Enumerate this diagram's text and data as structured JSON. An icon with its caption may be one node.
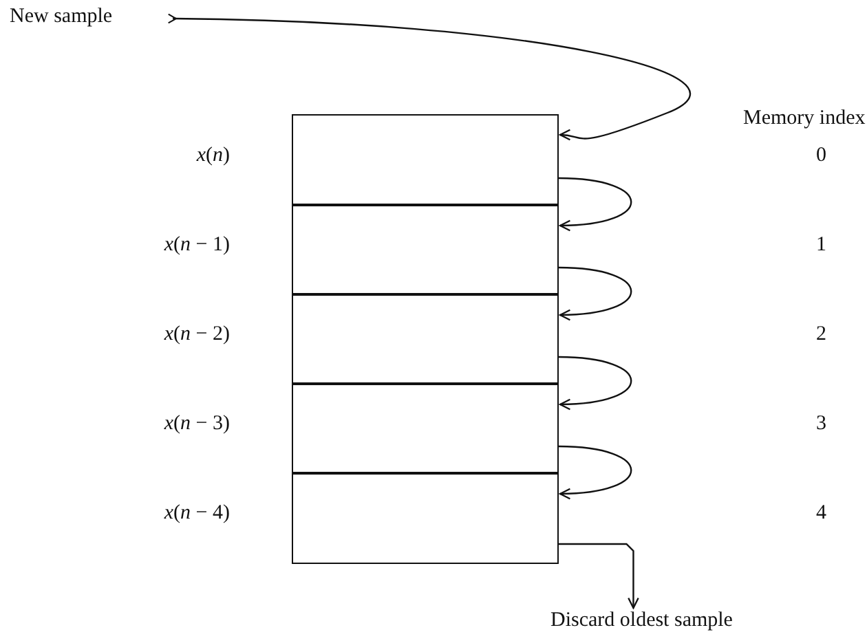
{
  "diagram": {
    "nodes": [
      {
        "text": [
          "New sample"
        ]
      },
      {
        "text": [],
        "shape": "box",
        "beside": [
          "*x*(*n*)"
        ]
      },
      {
        "text": [],
        "shape": "box",
        "beside": [
          "*x*(*n* − 1)"
        ]
      },
      {
        "text": [],
        "shape": "box",
        "beside": [
          "*x*(*n* − 2)"
        ]
      },
      {
        "text": [],
        "shape": "box",
        "beside": [
          "*x*(*n* − 3)"
        ]
      },
      {
        "text": [],
        "shape": "box",
        "beside": [
          "*x*(*n* − 4)"
        ]
      },
      {
        "text": [
          "Discard oldest sample"
        ]
      }
    ],
    "edges": [
      {
        "from": 0,
        "to": 1,
        "arrow": "to"
      },
      {
        "from": 1,
        "to": 2,
        "arrow": "to"
      },
      {
        "from": 2,
        "to": 3,
        "arrow": "to"
      },
      {
        "from": 3,
        "to": 4,
        "arrow": "to"
      },
      {
        "from": 4,
        "to": 5,
        "arrow": "to"
      },
      {
        "from": 5,
        "to": 6,
        "arrow": "to"
      }
    ],
    "labels": [
      "Memory index",
      "0",
      "1",
      "2",
      "3",
      "4"
    ]
  }
}
